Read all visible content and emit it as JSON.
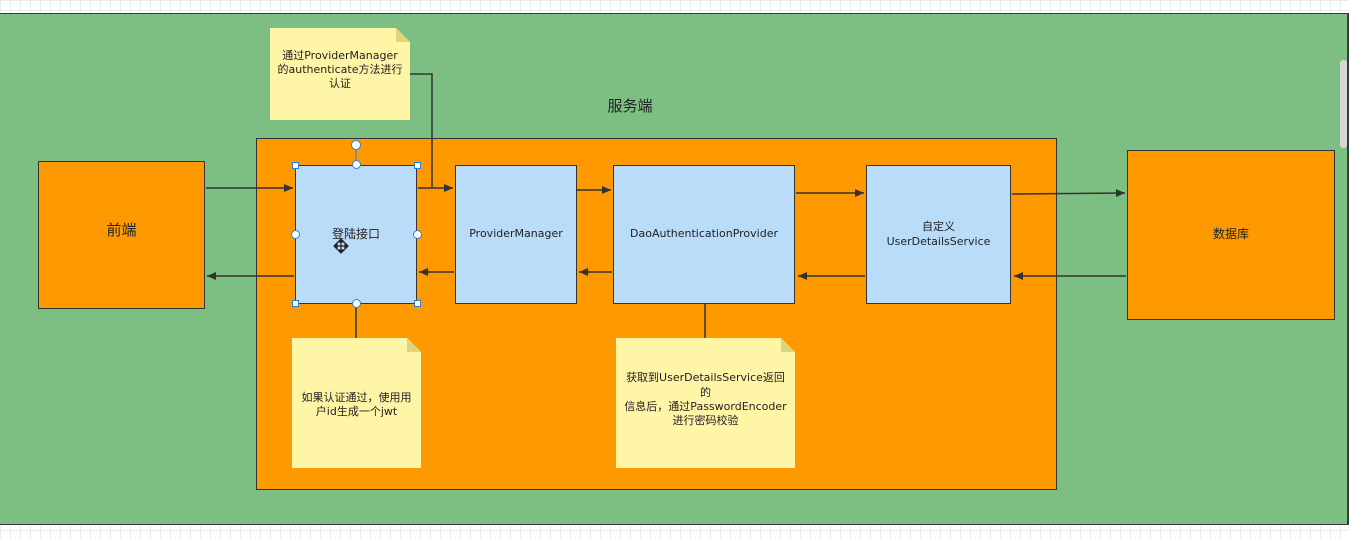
{
  "diagram": {
    "server_label": "服务端",
    "frontend_label": "前端",
    "database_label": "数据库",
    "login_label": "登陆接口",
    "provider_manager_label": "ProviderManager",
    "dao_provider_label": "DaoAuthenticationProvider",
    "user_details_label": "自定义\nUserDetailsService",
    "note_authenticate": "通过ProviderManager\n的authenticate方法进行\n认证",
    "note_jwt": "如果认证通过，使用用\n户id生成一个jwt",
    "note_password": "获取到UserDetailsService返回的\n信息后，通过PasswordEncoder\n进行密码校验"
  },
  "colors": {
    "canvas_green": "#7dbf83",
    "container_orange": "#ff9900",
    "process_blue": "#b9dcf9",
    "note_yellow": "#fff5a6",
    "selection_blue": "#2f7fd3"
  }
}
